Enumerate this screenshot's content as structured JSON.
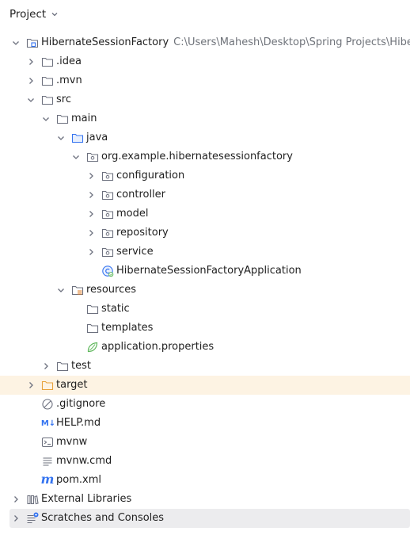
{
  "header": {
    "title": "Project"
  },
  "root": {
    "name": "HibernateSessionFactory",
    "path": "C:\\Users\\Mahesh\\Desktop\\Spring Projects\\Hibe"
  },
  "items": {
    "idea": ".idea",
    "mvn": ".mvn",
    "src": "src",
    "main": "main",
    "java": "java",
    "package": "org.example.hibernatesessionfactory",
    "configuration": "configuration",
    "controller": "controller",
    "model": "model",
    "repository": "repository",
    "service": "service",
    "app_class": "HibernateSessionFactoryApplication",
    "resources": "resources",
    "static": "static",
    "templates": "templates",
    "app_props": "application.properties",
    "test": "test",
    "target": "target",
    "gitignore": ".gitignore",
    "help": "HELP.md",
    "mvnw": "mvnw",
    "mvnw_cmd": "mvnw.cmd",
    "pom": "pom.xml",
    "external": "External Libraries",
    "scratches": "Scratches and Consoles"
  },
  "icons": {
    "help_md_badge": "M↓",
    "pom_badge": "m"
  },
  "colors": {
    "folder_stroke": "#6c707e",
    "java_folder": "#3574f0",
    "resources_accent": "#e27f2a",
    "target_folder": "#e8a33d",
    "spring_green": "#5fb85c",
    "selection_target": "#fdf3e3",
    "selection_scratches": "#ececee"
  }
}
